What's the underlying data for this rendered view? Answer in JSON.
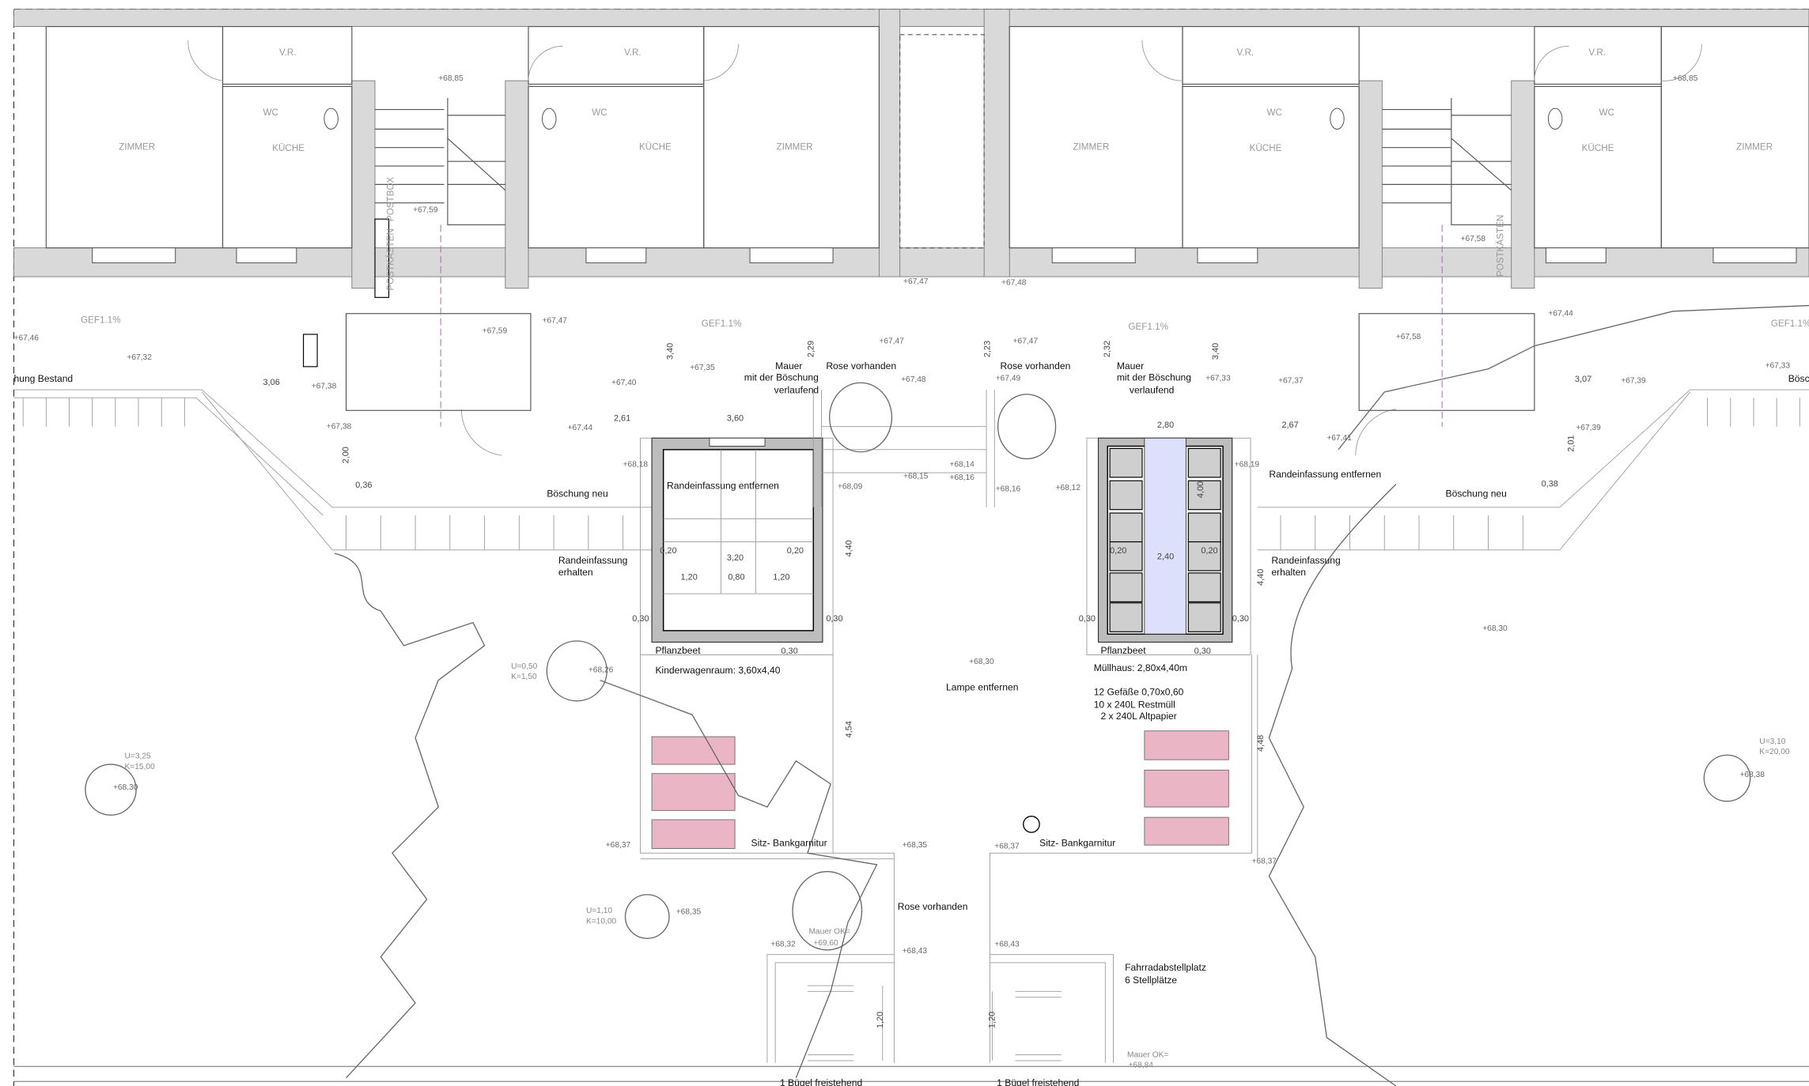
{
  "rooms": [
    "ZIMMER",
    "KÜCHE",
    "KÜCHE",
    "ZIMMER",
    "ZIMMER",
    "KÜCHE",
    "KÜCHE",
    "ZIMMER",
    "V.R.",
    "V.R.",
    "V.R.",
    "V.R.",
    "WC",
    "WC",
    "WC",
    "WC",
    "GEF1.1%",
    "GEF1.1%",
    "GEF1.1%",
    "GEF1.1%",
    "POSTBOX",
    "POSTKÄSTEN",
    "POSTKÄSTEN"
  ],
  "annotations": [
    "hung Bestand",
    "Mauer",
    "mit der Böschung",
    "verlaufend",
    "Rose vorhanden",
    "Rose vorhanden",
    "Mauer",
    "mit der Böschung",
    "verlaufend",
    "Böschung neu",
    "Böschung neu",
    "Randeinfassung entfernen",
    "Randeinfassung entfernen",
    "Randeinfassung",
    "erhalten",
    "Randeinfassung",
    "erhalten",
    "Pflanzbeet",
    "Pflanzbeet",
    "Kinderwagenraum: 3,60x4,40",
    "Müllhaus: 2,80x4,40m",
    "12 Gefäße   0,70x0,60",
    "10 x 240L Restmüll",
    "2 x 240L Altpapier",
    "Lampe entfernen",
    "Sitz- Bankgarnitur",
    "Sitz- Bankgarnitur",
    "Rose vorhanden",
    "Fahrradabstellplatz",
    "6 Stellplätze",
    "1 Bügel freistehend",
    "1 Bügel freistehend",
    "Bösc"
  ],
  "dimensions": [
    "3,06",
    "2,61",
    "3,60",
    "3,40",
    "2,29",
    "2,23",
    "2,32",
    "3,40",
    "2,80",
    "2,67",
    "3,07",
    "2,00",
    "0,36",
    "2,01",
    "0,38",
    "0,20",
    "0,20",
    "3,20",
    "1,20",
    "0,80",
    "1,20",
    "0,20",
    "0,20",
    "2,40",
    "4,00",
    "0,30",
    "0,30",
    "0,30",
    "0,30",
    "0,30",
    "0,30",
    "4,40",
    "4,40",
    "4,54",
    "4,48",
    "1,20",
    "1,20"
  ],
  "elevations": [
    "+67,59",
    "+67,46",
    "+67,32",
    "+67,38",
    "+67,38",
    "+67,47",
    "+67,59",
    "+67,40",
    "+67,35",
    "+67,44",
    "+68,18",
    "+68,09",
    "+67,47",
    "+67,48",
    "+68,15",
    "+68,14",
    "+68,16",
    "+67,47",
    "+67,48",
    "+67,47",
    "+67,49",
    "+68,16",
    "+68,12",
    "+67,33",
    "+67,37",
    "+67,41",
    "+68,19",
    "+67,58",
    "+67,58",
    "+67,44",
    "+67,39",
    "+67,39",
    "+67,33",
    "+68,26",
    "+68,30",
    "+68,30",
    "+68,30",
    "+68,38",
    "+68,35",
    "+68,37",
    "+68,35",
    "+68,37",
    "+68,37",
    "+68,32",
    "+68,43",
    "+68,43",
    "+68,85",
    "+68,85"
  ],
  "tree_labels": [
    "U=3,25",
    "K=15,00",
    "U=0,50",
    "K=1,50",
    "U=1,10",
    "K=10,00",
    "U=3,10",
    "K=20,00",
    "Mauer OK=",
    "+69,60",
    "Mauer OK=",
    "+68,84"
  ],
  "colors": {
    "wall": "#d9d9d9",
    "bench": "#eab5c5",
    "bin_strip": "#dde0fa",
    "bin": "#cfcfcf"
  }
}
